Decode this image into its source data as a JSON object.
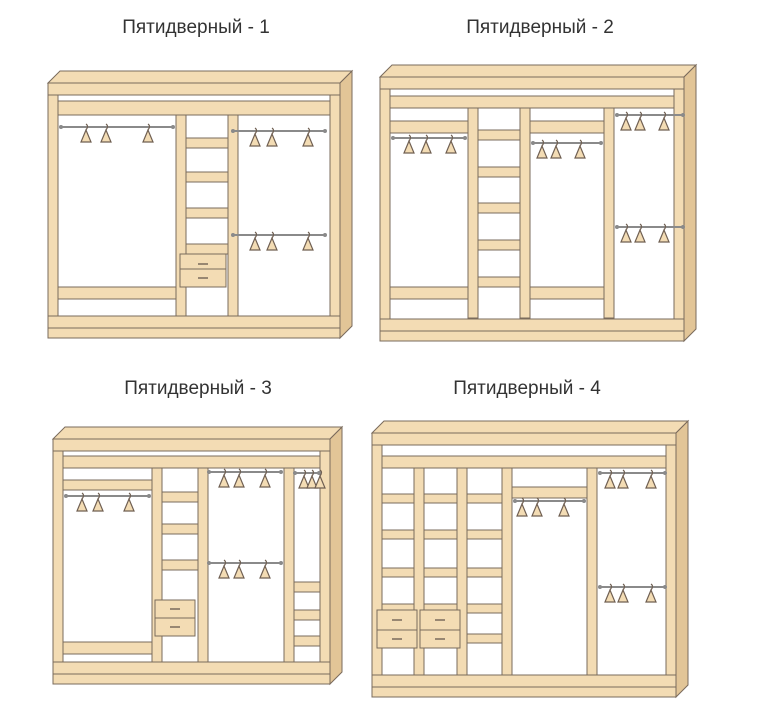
{
  "colors": {
    "wood": "#f3dcb4",
    "wood_side": "#e2c597",
    "outline": "#7a6b5c",
    "rod": "#8a8a8a",
    "hanger": "#6f5f52",
    "background": "#ffffff"
  },
  "wardrobes": [
    {
      "caption": "Пятидверный - 1",
      "icon": "hanger-icon"
    },
    {
      "caption": "Пятидверный - 2",
      "icon": "hanger-icon"
    },
    {
      "caption": "Пятидверный - 3",
      "icon": "hanger-icon"
    },
    {
      "caption": "Пятидверный - 4",
      "icon": "hanger-icon"
    }
  ]
}
